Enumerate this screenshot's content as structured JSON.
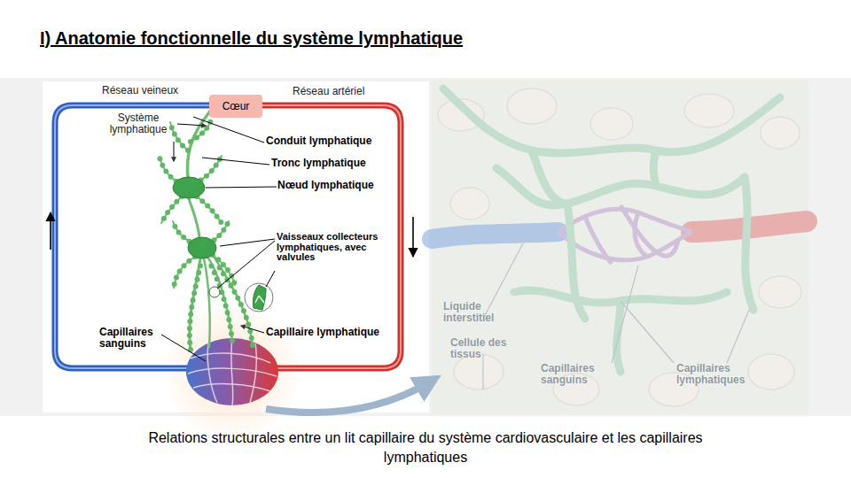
{
  "diagram": {
    "title": "I) Anatomie fonctionnelle du système lymphatique",
    "caption": "Relations structurales entre un lit capillaire du système cardiovasculaire et les capillaires lymphatiques",
    "nodes": [
      {
        "text": [
          "Cœur"
        ]
      }
    ],
    "labels": [
      "Réseau veineux",
      "Réseau artériel",
      "Système lymphatique",
      "Conduit lymphatique",
      "Tronc lymphatique",
      "Nœud lymphatique",
      "Vaisseaux collecteurs lymphatiques, avec valvules",
      "Capillaires sanguins",
      "Capillaire lymphatique",
      "Liquide interstitiel",
      "Cellule des tissus",
      "Capillaires sanguins",
      "Capillaires lymphatiques"
    ]
  }
}
